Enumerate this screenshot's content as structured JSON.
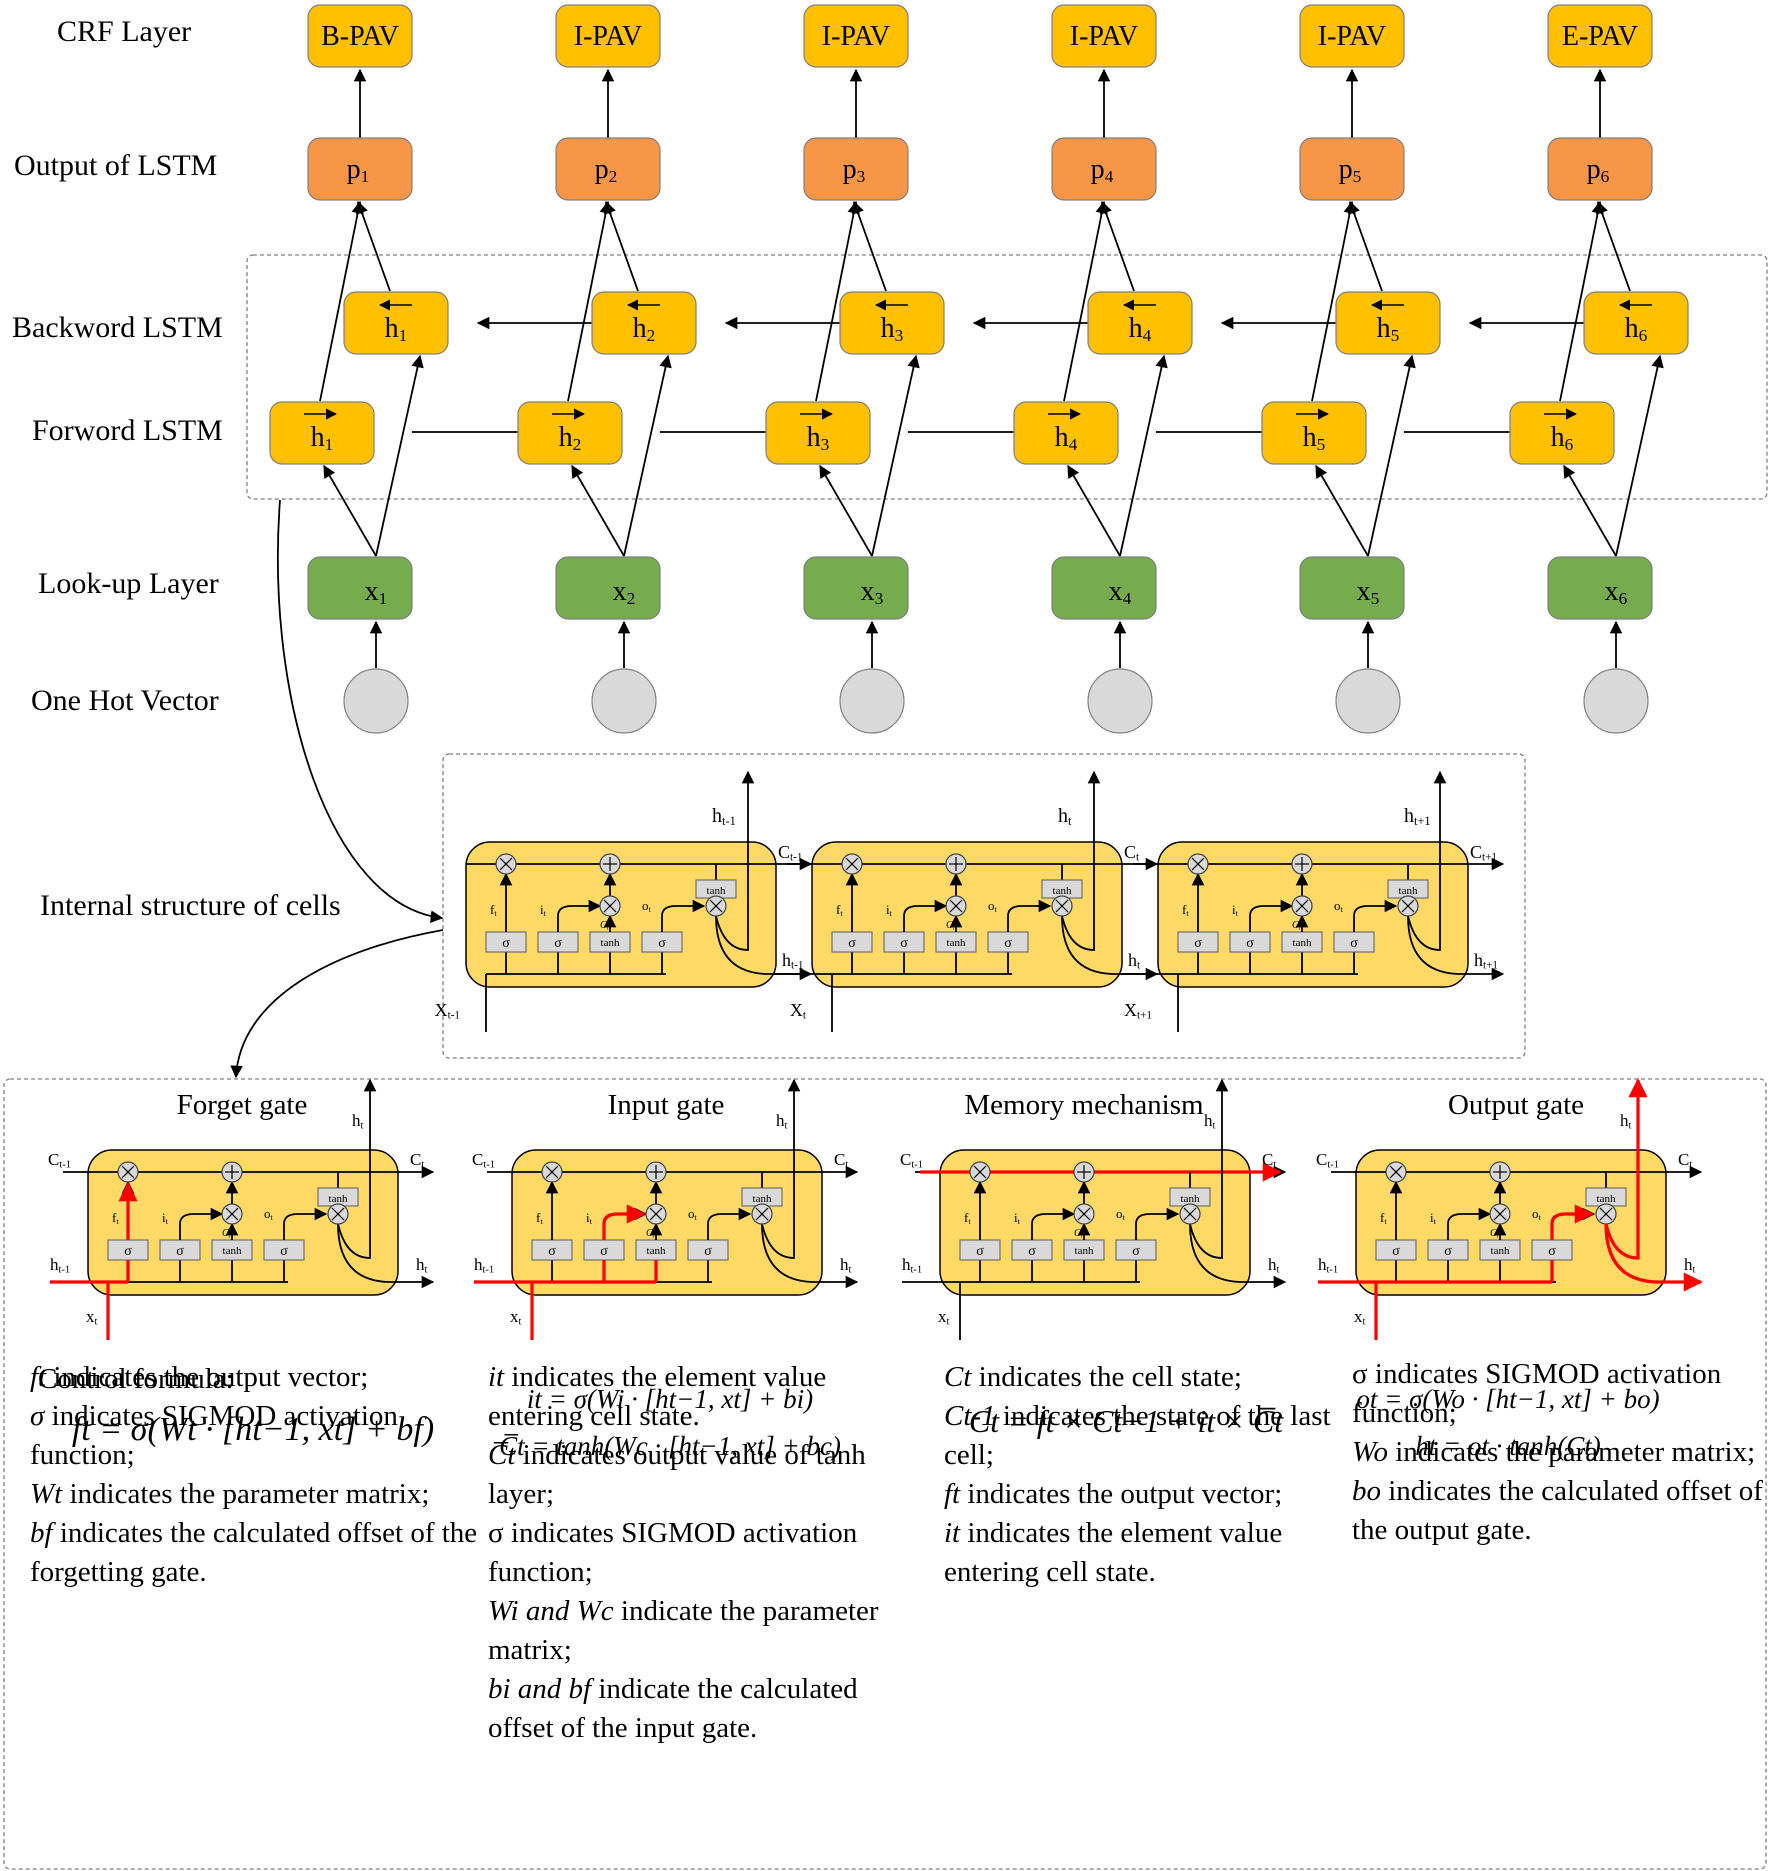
{
  "rows": {
    "crf": "CRF Layer",
    "output": "Output of LSTM",
    "backward": "Backword LSTM",
    "forward": "Forword LSTM",
    "lookup": "Look-up Layer",
    "onehot": "One Hot Vector",
    "internal": "Internal structure of cells"
  },
  "tags": [
    "B-PAV",
    "I-PAV",
    "I-PAV",
    "I-PAV",
    "I-PAV",
    "E-PAV"
  ],
  "steps": [
    "1",
    "2",
    "3",
    "4",
    "5",
    "6"
  ],
  "node_prefix": {
    "output": "p",
    "hidden": "h",
    "input": "x"
  },
  "cell_sub": {
    "sigma": "σ",
    "tanh": "tanh",
    "f": "f",
    "i": "i",
    "o": "o",
    "c": "C",
    "t": "t"
  },
  "chain": {
    "h_top": [
      "ht-1",
      "ht",
      "ht+1"
    ],
    "c_right": [
      "Ct-1",
      "Ct",
      "Ct+1"
    ],
    "h_right": [
      "ht-1",
      "ht",
      "ht+1"
    ],
    "x_in": [
      "Xt-1",
      "Xt",
      "Xt+1"
    ]
  },
  "gate_labels": {
    "c_in": "Ct-1",
    "c_out": "Ct",
    "h_in": "ht-1",
    "h_out": "ht",
    "h_top": "ht",
    "x_in": "xt"
  },
  "gates": [
    "Forget gate",
    "Input gate",
    "Memory mechanism",
    "Output gate"
  ],
  "control_title": "Control formula:",
  "formulas": {
    "forget": [
      "ft = σ(Wt · [ht−1, xt] + bf)"
    ],
    "input": [
      "it = σ(Wi · [ht−1, xt] + bi)",
      "C̅t = tanh(Wc · [ht−1, xt] + bc)"
    ],
    "memory": [
      "Ct = ft × Ct−1 + it × C̅t"
    ],
    "output": [
      "ot = σ(Wo · [ht−1, xt] + bo)",
      "ht = ot · tanh(Ct)"
    ]
  },
  "descriptions": {
    "forget": [
      [
        "ft",
        " indicates the output vector;"
      ],
      [
        "σ",
        " indicates SIGMOD activation function;"
      ],
      [
        "Wt",
        " indicates the parameter matrix;"
      ],
      [
        "bf",
        " indicates the calculated offset of the forgetting gate."
      ]
    ],
    "input": [
      [
        "it",
        " indicates the element value entering cell state."
      ],
      [
        "C̅t",
        " indicates output value of tanh layer;"
      ],
      [
        "σ",
        " indicates SIGMOD activation function;"
      ],
      [
        "Wi and Wc",
        " indicate the parameter matrix;"
      ],
      [
        "bi and bf",
        " indicate the calculated offset of the input gate."
      ]
    ],
    "memory": [
      [
        "Ct",
        " indicates the cell state;"
      ],
      [
        "Ct-1",
        " indicates the state of the last cell;"
      ],
      [
        "ft",
        " indicates the output vector;"
      ],
      [
        "it",
        " indicates the element value entering cell state."
      ]
    ],
    "output": [
      [
        "σ",
        " indicates SIGMOD activation function;"
      ],
      [
        "Wo",
        " indicates the parameter matrix;"
      ],
      [
        "bo",
        " indicates the calculated offset of the output gate."
      ]
    ]
  },
  "colors": {
    "tag_fill": "#FFC000",
    "output_fill": "#F79646",
    "hidden_fill": "#FFC000",
    "input_fill": "#77AC4E",
    "onehot_fill": "#D9D9D9",
    "cell_fill": "#FFD966",
    "highlight": "#FF0000"
  }
}
